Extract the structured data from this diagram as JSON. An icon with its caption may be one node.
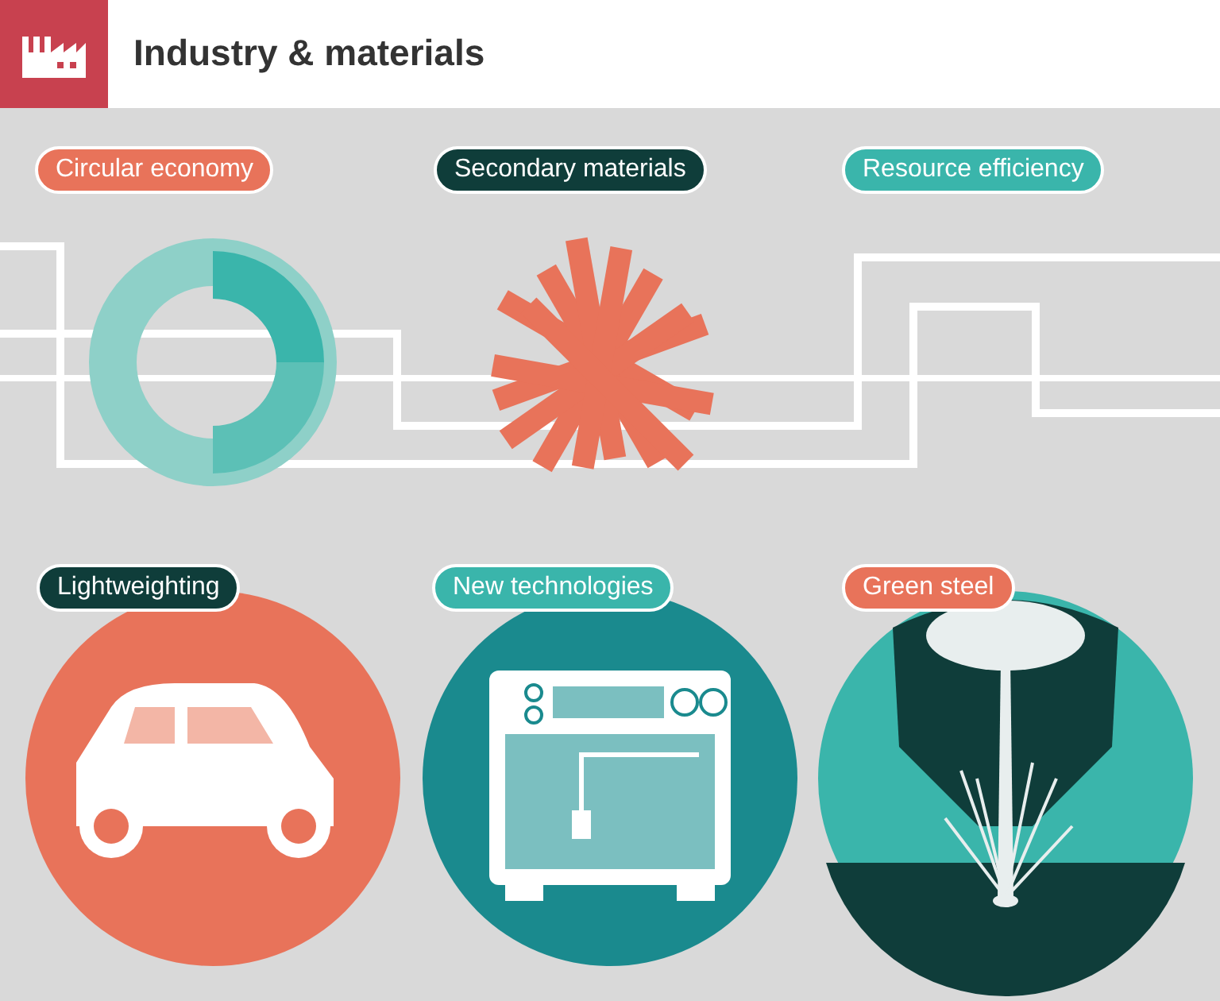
{
  "diagram": {
    "title": "Industry & materials",
    "nodes": [
      {
        "text": [
          "Circular economy"
        ]
      },
      {
        "text": [
          "Secondary materials"
        ]
      },
      {
        "text": [
          "Resource efficiency"
        ]
      },
      {
        "text": [
          "Lightweighting"
        ]
      },
      {
        "text": [
          "New technologies"
        ]
      },
      {
        "text": [
          "Green steel"
        ]
      }
    ],
    "edges": []
  }
}
